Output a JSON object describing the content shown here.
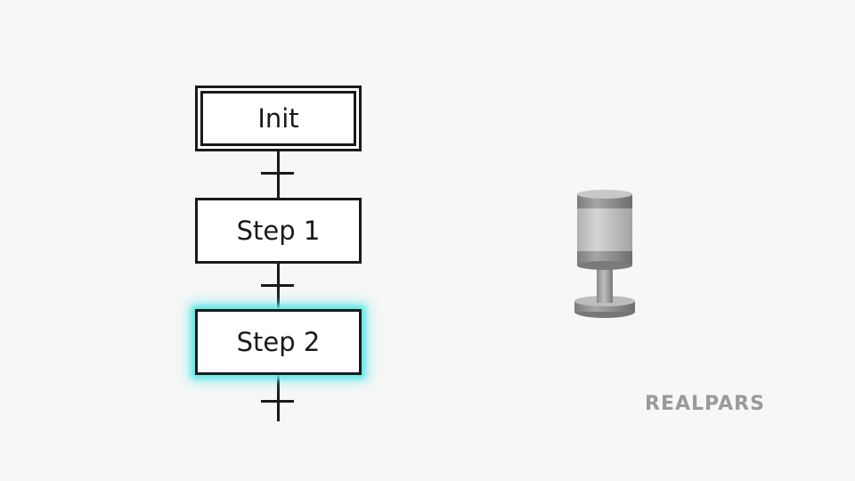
{
  "diagram": {
    "steps": [
      {
        "label": "Init"
      },
      {
        "label": "Step 1"
      },
      {
        "label": "Step 2"
      }
    ],
    "active_step": "Step 2",
    "active_color": "#5ee8e8",
    "line_color": "#1a1a1a"
  },
  "stack_light": {
    "icon": "stack-light-icon",
    "colors": {
      "body": "#8f8f8f",
      "highlight": "#c4c4c4",
      "base": "#9a9a9a"
    }
  },
  "logo": {
    "text": "REALPARS"
  }
}
